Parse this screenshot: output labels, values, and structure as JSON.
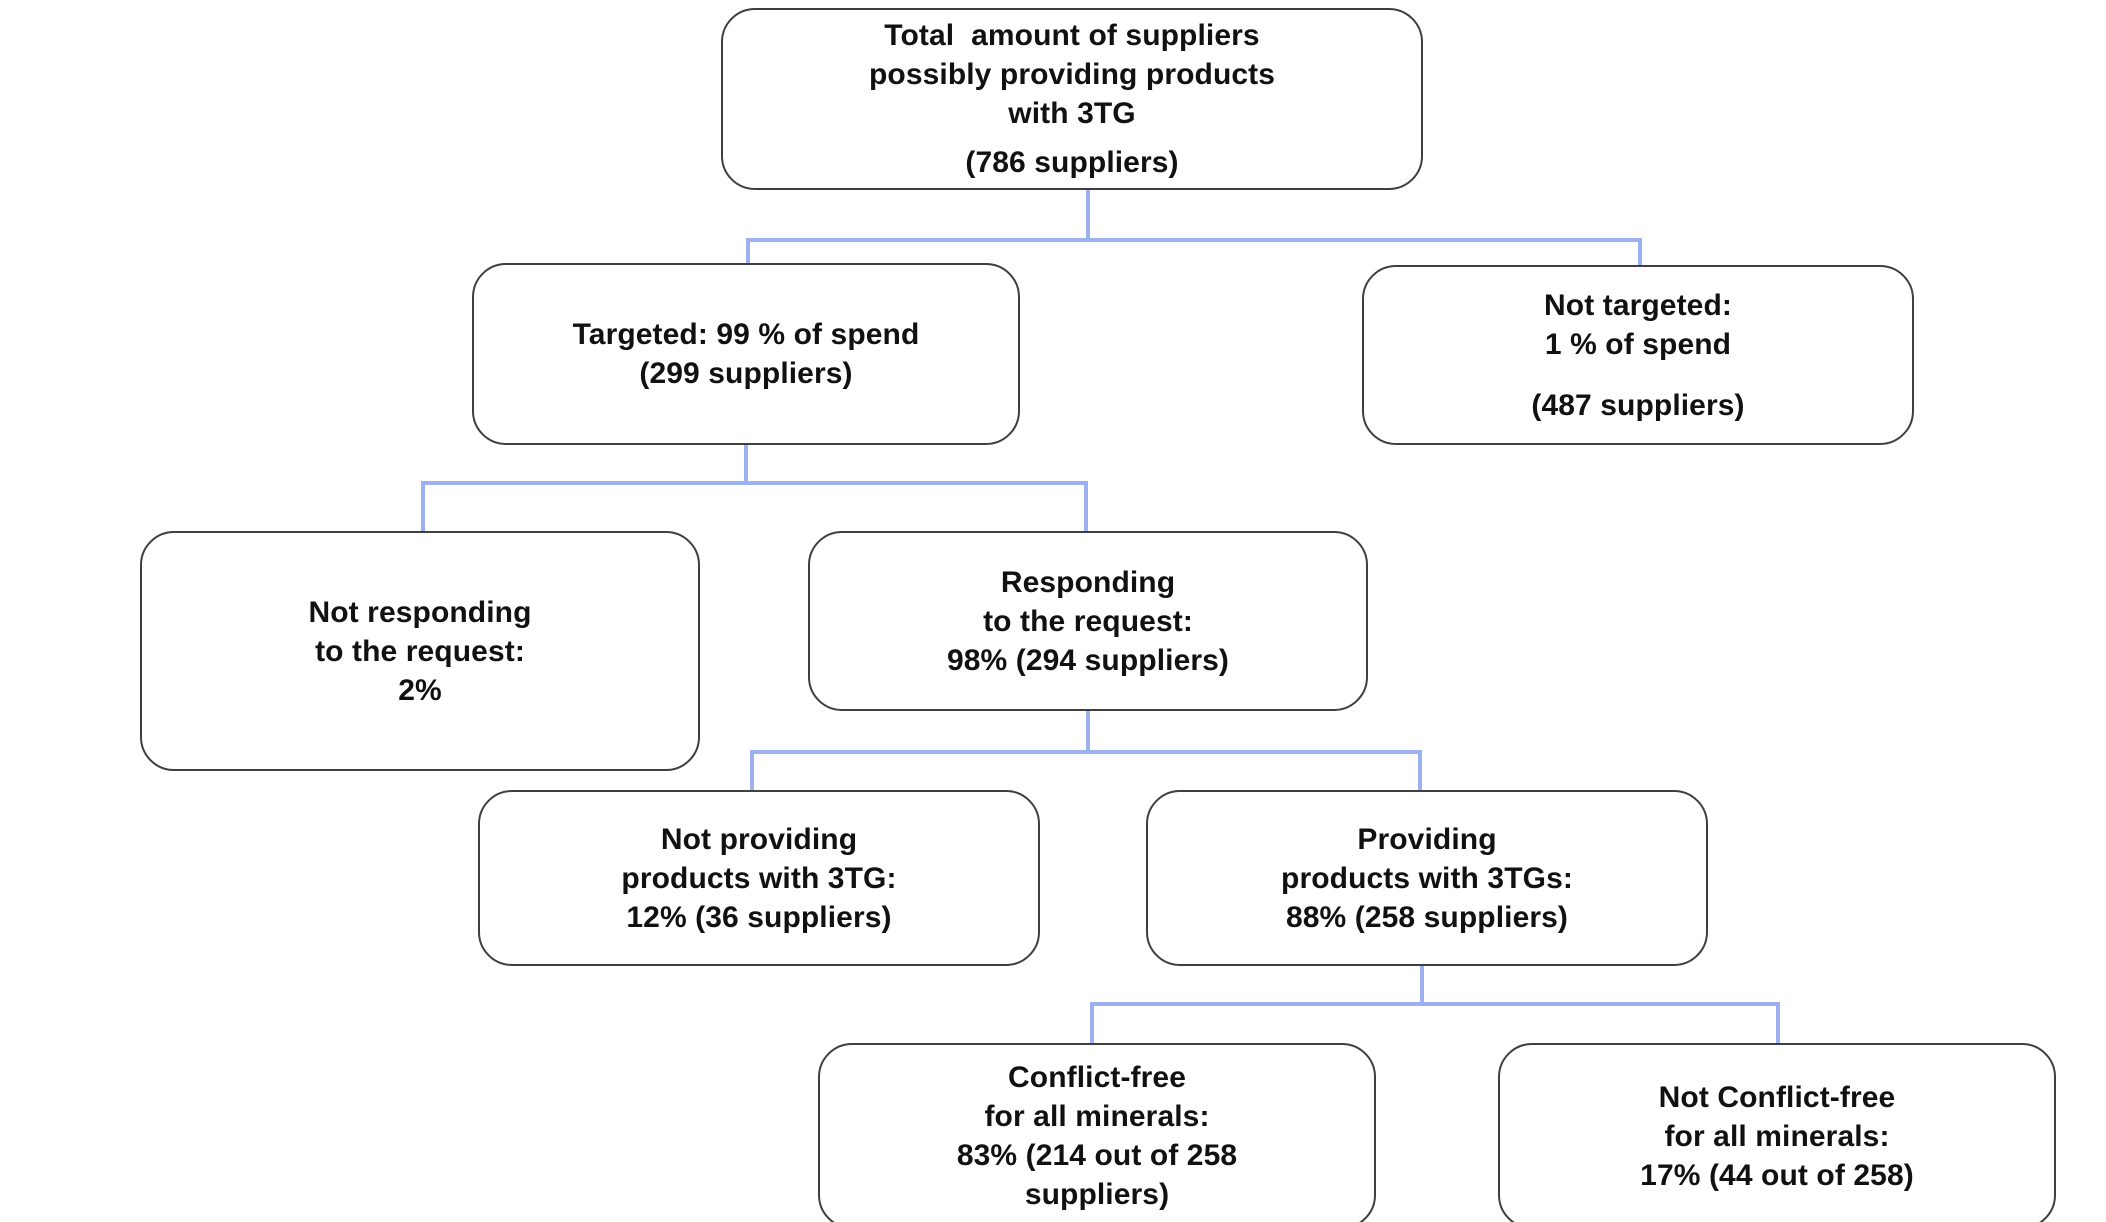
{
  "diagram": {
    "title": "Supplier 3TG conflict minerals due diligence flow",
    "type": "flowchart",
    "connector_color": "#9db0f2",
    "box_border_color": "#3f3f3f",
    "background_color": "#ffffff",
    "nodes": [
      {
        "id": "total",
        "level": 0,
        "lines": [
          "Total  amount of suppliers",
          "possibly providing products",
          "with 3TG",
          "",
          "(786 suppliers)"
        ],
        "value": 786,
        "unit": "suppliers"
      },
      {
        "id": "targeted",
        "level": 1,
        "lines": [
          "Targeted: 99 % of spend",
          "(299 suppliers)"
        ],
        "percent": 99,
        "percent_basis": "spend",
        "value": 299,
        "unit": "suppliers"
      },
      {
        "id": "not-targeted",
        "level": 1,
        "lines": [
          "Not targeted:",
          "1 % of spend",
          "",
          "(487 suppliers)"
        ],
        "percent": 1,
        "percent_basis": "spend",
        "value": 487,
        "unit": "suppliers"
      },
      {
        "id": "not-responding",
        "level": 2,
        "lines": [
          "Not responding",
          "to the request:",
          "2%"
        ],
        "percent": 2,
        "value": null,
        "unit": "suppliers"
      },
      {
        "id": "responding",
        "level": 2,
        "lines": [
          "Responding",
          "to the request:",
          "98% (294 suppliers)"
        ],
        "percent": 98,
        "value": 294,
        "unit": "suppliers"
      },
      {
        "id": "not-providing",
        "level": 3,
        "lines": [
          "Not providing",
          "products with 3TG:",
          "12% (36 suppliers)"
        ],
        "percent": 12,
        "value": 36,
        "unit": "suppliers"
      },
      {
        "id": "providing",
        "level": 3,
        "lines": [
          "Providing",
          "products with 3TGs:",
          "88% (258 suppliers)"
        ],
        "percent": 88,
        "value": 258,
        "unit": "suppliers"
      },
      {
        "id": "conflict-free",
        "level": 4,
        "lines": [
          "Conflict-free",
          "for all minerals:",
          "83% (214 out of 258",
          "suppliers)"
        ],
        "percent": 83,
        "value": 214,
        "out_of": 258,
        "unit": "suppliers"
      },
      {
        "id": "not-conflict-free",
        "level": 4,
        "lines": [
          "Not Conflict-free",
          "for all minerals:",
          "17% (44 out of 258)"
        ],
        "percent": 17,
        "value": 44,
        "out_of": 258,
        "unit": "suppliers"
      }
    ],
    "edges": [
      {
        "from": "total",
        "to": "targeted"
      },
      {
        "from": "total",
        "to": "not-targeted"
      },
      {
        "from": "targeted",
        "to": "not-responding"
      },
      {
        "from": "targeted",
        "to": "responding"
      },
      {
        "from": "responding",
        "to": "not-providing"
      },
      {
        "from": "responding",
        "to": "providing"
      },
      {
        "from": "providing",
        "to": "conflict-free"
      },
      {
        "from": "providing",
        "to": "not-conflict-free"
      }
    ]
  }
}
